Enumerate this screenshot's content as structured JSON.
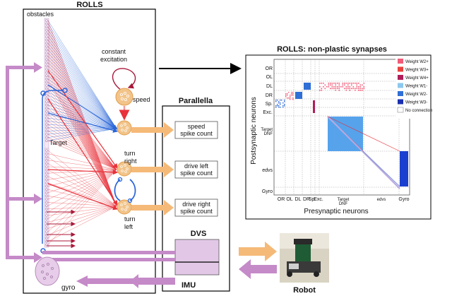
{
  "rolls": {
    "title": "ROLLS",
    "obstacles": "obstacles",
    "constant_excitation": [
      "constant",
      "excitation"
    ],
    "speed": "speed",
    "turn_right": [
      "turn",
      "right"
    ],
    "turn_left": [
      "turn",
      "left"
    ],
    "target": "Target",
    "gyro": "gyro"
  },
  "parallella": {
    "title": "Parallella",
    "speed_count": [
      "speed",
      "spike count"
    ],
    "drive_left": [
      "drive left",
      "spike count"
    ],
    "drive_right": [
      "drive right",
      "spike count"
    ]
  },
  "dvs": {
    "title": "DVS"
  },
  "imu": {
    "title": "IMU"
  },
  "robot": {
    "title": "Robot"
  },
  "matrix": {
    "title": "ROLLS: non-plastic synapses",
    "ylabel": "Postsynaptic neurons",
    "xlabel": "Presynaptic neurons",
    "row_labels": [
      "OR",
      "OL",
      "DL",
      "DR",
      "Sp.",
      "Exc.",
      "Target",
      "DNF",
      "edvs",
      "Gyro"
    ],
    "col_labels": [
      "OR",
      "OL",
      "DL",
      "DR",
      "Sp.",
      "Exc.",
      "Target",
      "DNF",
      "edvs",
      "Gyro"
    ],
    "legend": [
      {
        "label": "Weight W2+",
        "color": "#f25c78"
      },
      {
        "label": "Weight W3+",
        "color": "#e8413c"
      },
      {
        "label": "Weight W4+",
        "color": "#b01e5a"
      },
      {
        "label": "Weight W1-",
        "color": "#8cc8ee"
      },
      {
        "label": "Weight W2-",
        "color": "#2f6fd6"
      },
      {
        "label": "Weight W3-",
        "color": "#1a2fb0"
      },
      {
        "label": "No connection",
        "color": "#ffffff"
      }
    ]
  },
  "colors": {
    "red": "#e8313a",
    "blue": "#2a66d9",
    "purple": "#c58ac8",
    "orange": "#f5b978",
    "neuron": "#f2c48a",
    "dark_red": "#a8183a"
  }
}
